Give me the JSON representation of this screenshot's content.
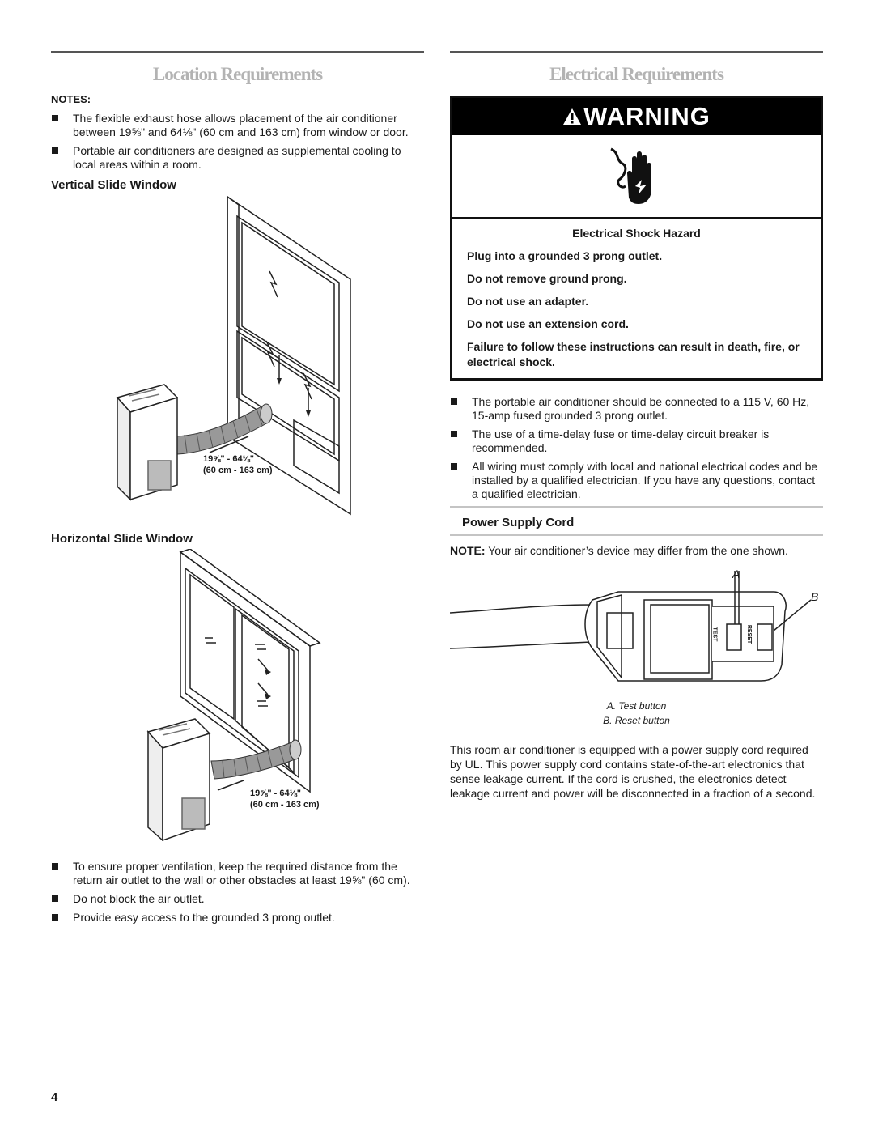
{
  "location": {
    "title": "Location Requirements",
    "notes_label": "NOTES:",
    "notes": [
      "The flexible exhaust hose allows placement of the air conditioner between 19⅝\" and 64⅛\" (60 cm and 163 cm) from window or door.",
      "Portable air conditioners are designed as supplemental cooling to local areas within a room."
    ],
    "vertical_heading": "Vertical Slide Window",
    "vertical_dim_1": "19⅝\" - 64⅛\"",
    "vertical_dim_2": "(60 cm - 163 cm)",
    "horizontal_heading": "Horizontal Slide Window",
    "horizontal_dim_1": "19⅝\" - 64⅛\"",
    "horizontal_dim_2": "(60 cm - 163 cm)",
    "bottom_bullets": [
      "To ensure proper ventilation, keep the required distance from the return air outlet to the wall or other obstacles at least 19⅝\" (60 cm).",
      "Do not block the air outlet.",
      "Provide easy access to the grounded 3 prong outlet."
    ]
  },
  "electrical": {
    "title": "Electrical Requirements",
    "warning_label": "WARNING",
    "warning_lines": [
      "Electrical Shock Hazard",
      "Plug into a grounded 3 prong outlet.",
      "Do not remove ground prong.",
      "Do not use an adapter.",
      "Do not use an extension cord.",
      "Failure to follow these instructions can result in death, fire, or electrical shock."
    ],
    "bullets": [
      "The portable air conditioner should be connected to a 115 V, 60 Hz, 15-amp fused grounded 3 prong outlet.",
      "The use of a time-delay fuse or time-delay circuit breaker is recommended.",
      "All wiring must comply with local and national electrical codes and be installed by a qualified electrician. If you have any questions, contact a qualified electrician."
    ],
    "power_cord_heading": "Power Supply Cord",
    "note_label": "NOTE:",
    "note_text": " Your air conditioner’s device may differ from the one shown.",
    "label_a": "A",
    "label_b": "B",
    "test_text": "TEST",
    "reset_text": "RESET",
    "caption_a": "A. Test button",
    "caption_b": "B. Reset button",
    "cord_paragraph": "This room air conditioner is equipped with a power supply cord required by UL. This power supply cord contains state-of-the-art electronics that sense leakage current. If the cord is crushed, the electronics detect leakage current and power will be disconnected in a fraction of a second."
  },
  "page_number": "4"
}
